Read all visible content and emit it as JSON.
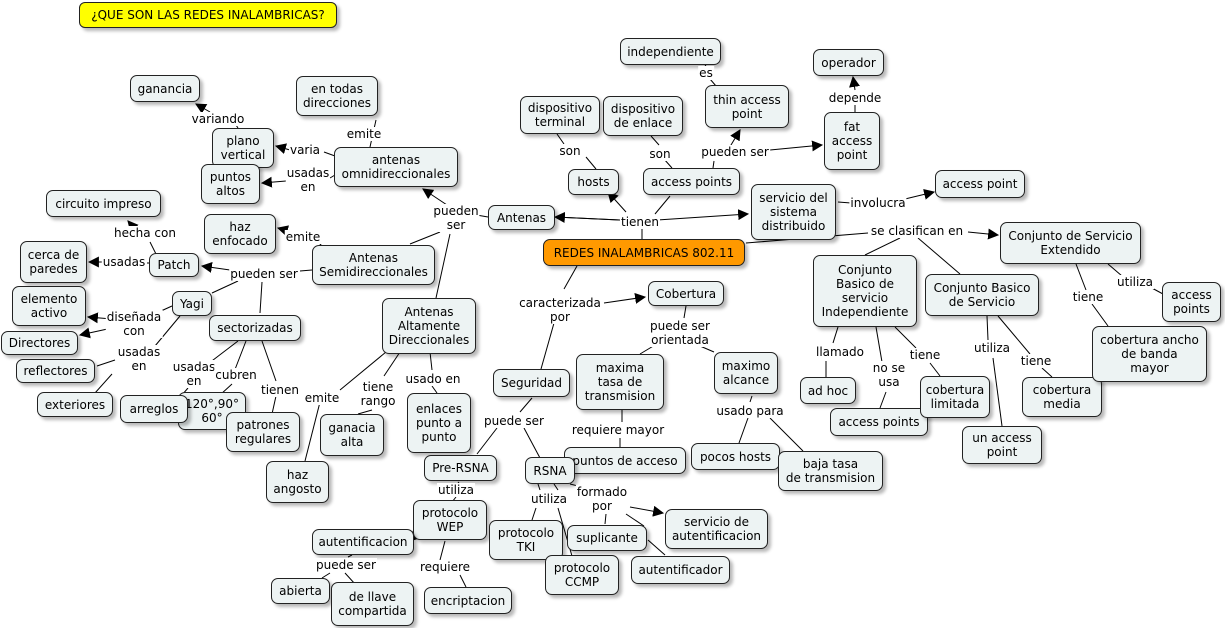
{
  "title": "¿QUE SON LAS REDES INALAMBRICAS?",
  "nodes": {
    "main": "REDES INALAMBRICAS 802.11",
    "antenas": "Antenas",
    "omni": "antenas\nomnidireccionales",
    "todas_dir": "en todas\ndirecciones",
    "plano": "plano\nvertical",
    "ganancia": "ganancia",
    "puntos_altos": "puntos\naltos",
    "semi": "Antenas\nSemidireccionales",
    "haz_enfocado": "haz\nenfocado",
    "patch": "Patch",
    "circuito": "circuito impreso",
    "cerca": "cerca de\nparedes",
    "yagi": "Yagi",
    "elemento": "elemento\nactivo",
    "directores": "Directores",
    "reflectores": "reflectores",
    "exteriores": "exteriores",
    "sectorizadas": "sectorizadas",
    "arreglos": "arreglos",
    "grados": "120°,90°\n60°",
    "patrones": "patrones\nregulares",
    "altamente": "Antenas\nAltamente\nDireccionales",
    "haz_angosto": "haz\nangosto",
    "ganacia_alta": "ganacia\nalta",
    "enlaces": "enlaces\npunto a\npunto",
    "hosts": "hosts",
    "disp_terminal": "dispositivo\nterminal",
    "access_points": "access points",
    "disp_enlace": "dispositivo\nde enlace",
    "independiente": "independiente",
    "thin": "thin access\npoint",
    "operador": "operador",
    "fat": "fat\naccess\npoint",
    "servicio_sist": "servicio del\nsistema\ndistribuido",
    "ap_involucra": "access point",
    "cobertura": "Cobertura",
    "maxima_tasa": "maxima\ntasa de\ntransmision",
    "maximo_alcance": "maximo\nalcance",
    "puntos_acceso": "puntos de acceso",
    "pocos_hosts": "pocos hosts",
    "baja_tasa": "baja tasa\nde transmision",
    "seguridad": "Seguridad",
    "pre_rsna": "Pre-RSNA",
    "rsna": "RSNA",
    "wep": "protocolo\nWEP",
    "autentificacion": "autentificacion",
    "abierta": "abierta",
    "llave": "de llave\ncompartida",
    "encriptacion": "encriptacion",
    "tki": "protocolo\nTKI",
    "ccmp": "protocolo\nCCMP",
    "suplicante": "suplicante",
    "serv_aut": "servicio de\nautentificacion",
    "autentificador": "autentificador",
    "cbsi": "Conjunto\nBasico de\nservicio\nIndependiente",
    "adhoc": "ad hoc",
    "ap_cbsi": "access points",
    "cob_limitada": "cobertura\nlimitada",
    "cbs": "Conjunto Basico\nde Servicio",
    "un_ap": "un access\npoint",
    "cob_media": "cobertura\nmedia",
    "cse": "Conjunto de Servicio\nExtendido",
    "ap_cse": "access\npoints",
    "cob_ancho": "cobertura ancho\nde banda\nmayor"
  },
  "labels": {
    "pueden_ser_antenas": "pueden\nser",
    "emite_omni": "emite",
    "varia": "varia",
    "variando": "variando",
    "usadas_en_omni": "usadas\nen",
    "emite_semi": "emite",
    "pueden_ser_semi": "pueden ser",
    "hecha_con": "hecha con",
    "usadas_patch": "usadas",
    "disenada_con": "diseñada\ncon",
    "usadas_en_yagi": "usadas\nen",
    "usadas_en_sect": "usadas\nen",
    "cubren": "cubren",
    "tienen": "tienen",
    "emite_alta": "emite",
    "tiene_rango": "tiene\nrango",
    "usado_en": "usado en",
    "tienen_main": "tienen",
    "son_hosts": "son",
    "son_ap": "son",
    "es": "es",
    "pueden_ser_ap": "pueden ser",
    "depende": "depende",
    "involucra": "involucra",
    "se_clasifican_en": "se clasifican en",
    "caracterizada_por": "caracterizada\npor",
    "puede_ser_orientada": "puede ser\norientada",
    "requiere_mayor": "requiere mayor",
    "usado_para": "usado para",
    "puede_ser_seg": "puede ser",
    "utiliza_pre": "utiliza",
    "puede_ser_aut": "puede ser",
    "requiere": "requiere",
    "utiliza_rsna": "utiliza",
    "formado_por": "formado\npor",
    "llamado": "llamado",
    "no_se_usa": "no se\nusa",
    "tiene_cbsi": "tiene",
    "utiliza_cbs": "utiliza",
    "tiene_cbs": "tiene",
    "tiene_cse": "tiene",
    "utiliza_cse": "utiliza"
  },
  "colors": {
    "title_fill": "#ffff00",
    "main_fill": "#ff9900",
    "node_fill": "#edf3f3",
    "line": "#000000"
  }
}
